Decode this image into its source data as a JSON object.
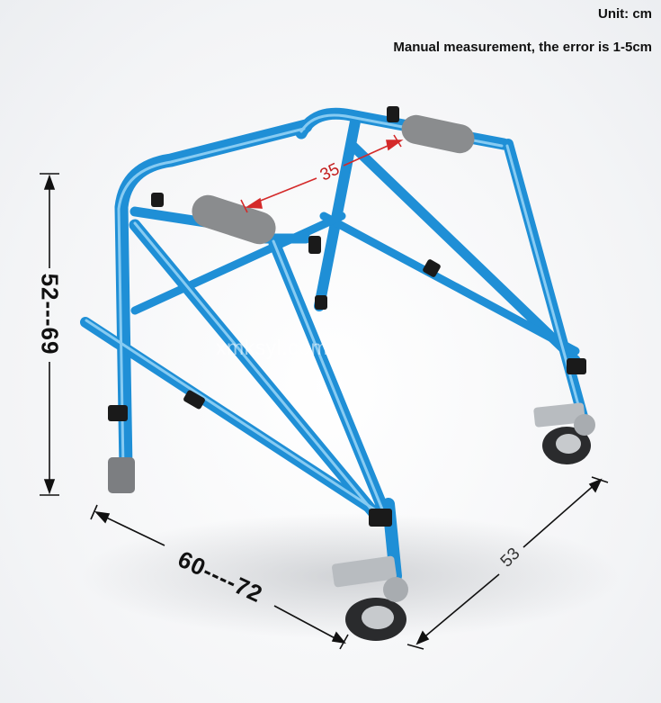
{
  "header": {
    "unit_label": "Unit: cm",
    "accuracy_note": "Manual measurement, the error is 1-5cm"
  },
  "dimensions": {
    "height": "52---69",
    "width": "60----72",
    "depth": "53",
    "grip_spacing": "35"
  },
  "watermark": "xmksyl.com",
  "colors": {
    "frame": "#1f8fd6",
    "frame_highlight": "#7cc8f2",
    "grip": "#8a8c8e",
    "accent_red": "#d42a2a",
    "black_parts": "#1a1a1a"
  }
}
